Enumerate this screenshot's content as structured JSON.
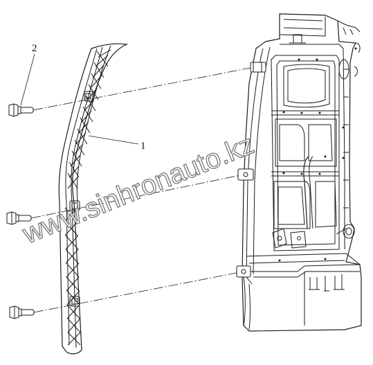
{
  "callouts": {
    "part_1": "1",
    "part_2": "2"
  },
  "watermark": "www.sinhronauto.kz",
  "colors": {
    "line": "#1a1a1a",
    "watermark_stroke": "#777777",
    "background": "#ffffff"
  }
}
